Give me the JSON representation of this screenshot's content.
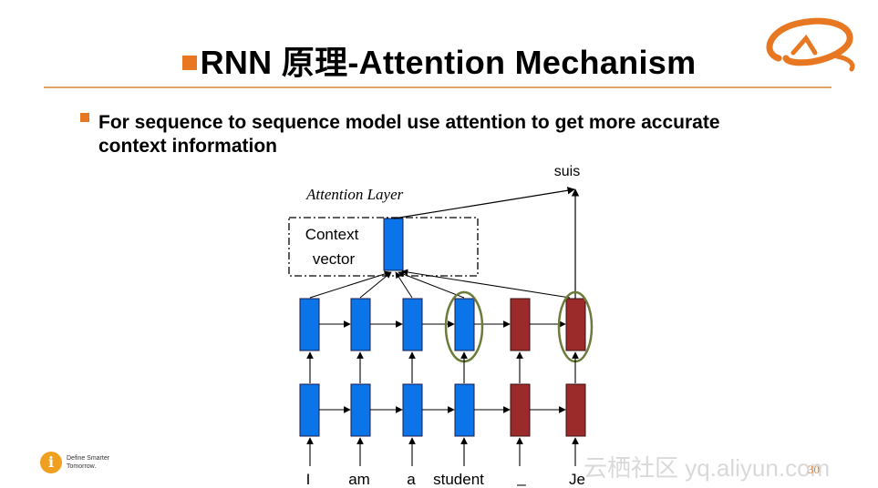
{
  "slide": {
    "title_prefix": "RNN 原理-",
    "title_main": "Attention Mechanism",
    "bullet": "For sequence to sequence model use attention to get more accurate context information"
  },
  "diagram": {
    "attention_layer_label": "Attention Layer",
    "context_label_line1": "Context",
    "context_label_line2": "vector",
    "output_word": "suis",
    "input_words": [
      "I",
      "am",
      "a",
      "student",
      "_",
      "Je"
    ],
    "colors": {
      "encoder": "#0a74e8",
      "decoder": "#9b2a2a",
      "highlight": "#6b7c3a",
      "accent": "#e87722"
    }
  },
  "footer": {
    "tagline_line1": "Define Smarter",
    "tagline_line2": "Tomorrow.",
    "watermark": "云栖社区 yq.aliyun.com",
    "page_number": "30"
  }
}
